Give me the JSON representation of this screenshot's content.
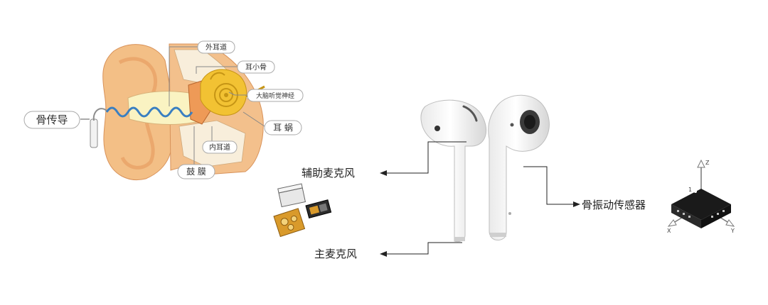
{
  "ear": {
    "labels": {
      "outer_canal": "外耳道",
      "ossicles": "耳小骨",
      "nerve": "大脑听觉神经",
      "cochlea": "耳 蜗",
      "inner_canal": "内耳道",
      "eardrum": "鼓 膜",
      "bone_conduction": "骨传导"
    }
  },
  "labels": {
    "aux_mic": "辅助麦克风",
    "main_mic": "主麦克风",
    "bone_sensor": "骨振动传感器"
  },
  "axes": {
    "x": "X",
    "y": "Y",
    "z": "Z",
    "marker": "1"
  },
  "colors": {
    "ear_skin": "#f3bf86",
    "ear_dark": "#e3955a",
    "canal": "#faf3c2",
    "cochlea": "#f2c233",
    "wave": "#3a7fc1",
    "pcb": "#d99a2b",
    "sensor": "#1a1a1a"
  }
}
